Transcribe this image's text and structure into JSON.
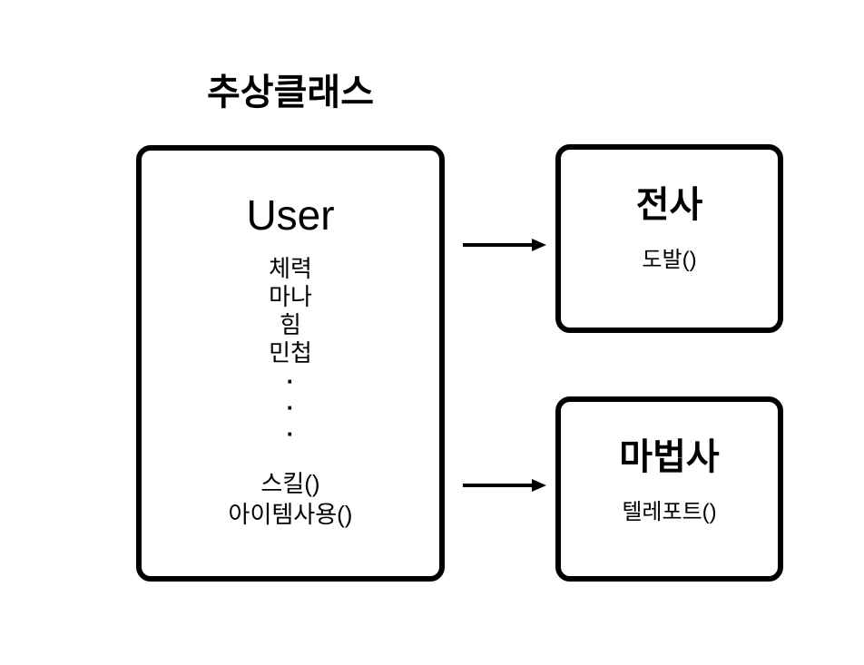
{
  "diagram": {
    "title": "추상클래스",
    "background_color": "#ffffff",
    "stroke_color": "#000000",
    "base_class": {
      "name": "User",
      "attributes": [
        "체력",
        "마나",
        "힘",
        "민첩"
      ],
      "ellipsis": [
        "·",
        "·",
        "·"
      ],
      "methods": [
        "스킬()",
        "아이템사용()"
      ]
    },
    "derived_classes": [
      {
        "name": "전사",
        "methods": [
          "도발()"
        ]
      },
      {
        "name": "마법사",
        "methods": [
          "텔레포트()"
        ]
      }
    ],
    "relations": [
      {
        "label": "arrow-user-to-warrior"
      },
      {
        "label": "arrow-user-to-mage"
      }
    ]
  }
}
